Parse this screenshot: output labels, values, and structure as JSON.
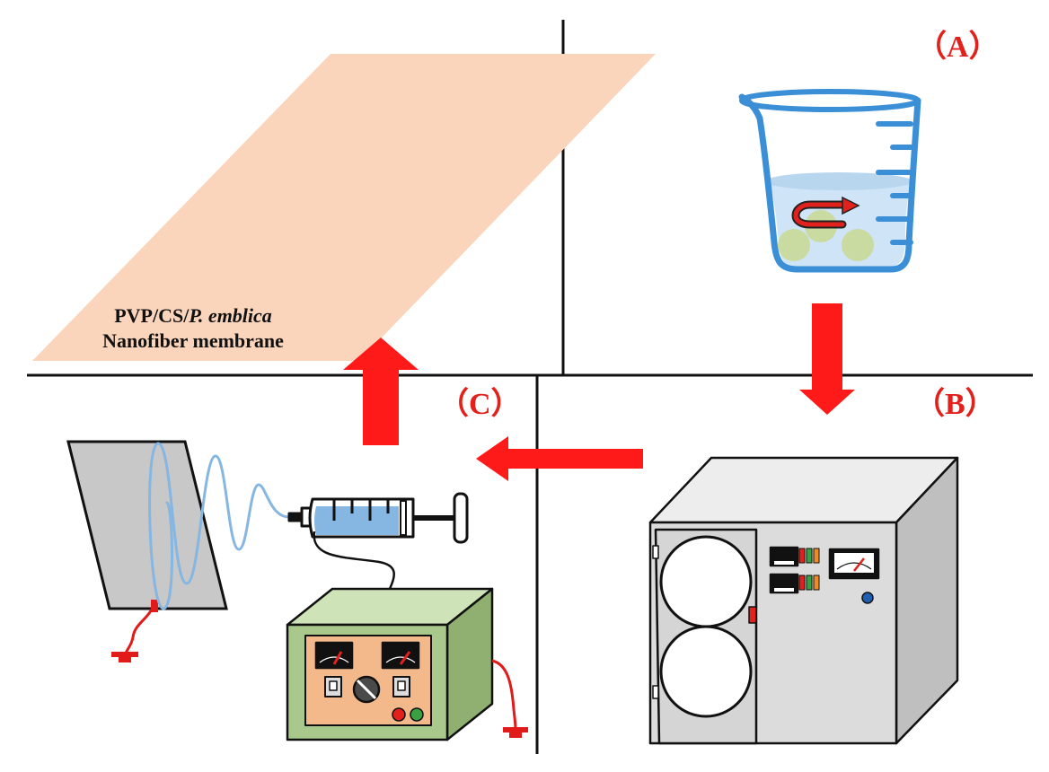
{
  "panels": {
    "a": {
      "label": "（A）"
    },
    "b": {
      "label": "（B）"
    },
    "c": {
      "label": "（C）"
    }
  },
  "membrane_caption": {
    "line1_prefix": "PVP/CS/",
    "line1_genus": "P. emblica",
    "line2": "Nanofiber membrane"
  },
  "colors": {
    "arrow": "#ff1a1a",
    "membrane": "#fbd5bb",
    "beaker_outline": "#3b8fd6",
    "liquid": "#cfe4f6",
    "particles": "#c9dba1",
    "power_supply": "#a9c98c",
    "power_panel": "#f3b98a",
    "cabinet": "#d9d9d9",
    "collector": "#c8c8c8",
    "jet": "#86b6e2",
    "ground": "#e11a1a"
  },
  "icons": {
    "beaker": "beaker-icon",
    "freeze_dryer": "freeze-dryer-icon",
    "syringe": "syringe-icon",
    "power_supply": "power-supply-icon",
    "collector": "collector-plate-icon",
    "ground": "ground-icon"
  }
}
